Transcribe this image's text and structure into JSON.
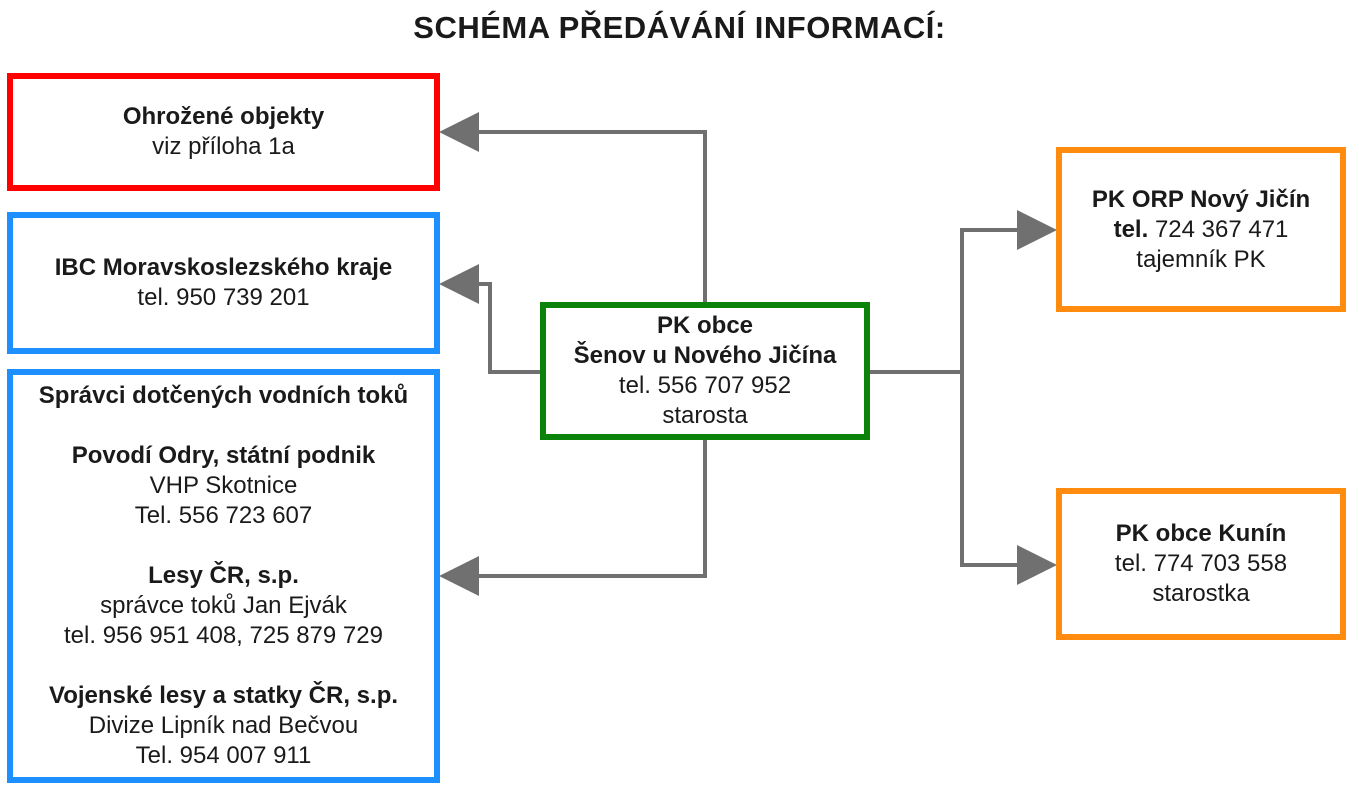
{
  "title": "SCHÉMA PŘEDÁVÁNÍ INFORMACÍ:",
  "center": {
    "line1": "PK obce",
    "line2": "Šenov u Nového Jičína",
    "phone": "tel. 556 707 952",
    "role": "starosta"
  },
  "threatened": {
    "name": "Ohrožené objekty",
    "note": "viz příloha 1a"
  },
  "ibc": {
    "name": "IBC Moravskoslezského kraje",
    "phone": "tel. 950 739 201"
  },
  "water": {
    "heading": "Správci dotčených vodních toků",
    "entries": [
      {
        "name": "Povodí Odry, státní podnik",
        "line1": "VHP Skotnice",
        "line2": "Tel. 556 723 607"
      },
      {
        "name": "Lesy ČR, s.p.",
        "line1": "správce toků Jan Ejvák",
        "line2": "tel. 956 951 408, 725 879 729"
      },
      {
        "name": "Vojenské lesy a statky ČR, s.p.",
        "line1": "Divize Lipník nad Bečvou",
        "line2": "Tel. 954 007 911"
      }
    ]
  },
  "orp": {
    "name": "PK ORP Nový Jičín",
    "phone_label": "tel.",
    "phone": "724 367 471",
    "role": "tajemník PK"
  },
  "kunin": {
    "name": "PK obce Kunín",
    "phone": "tel. 774 703 558",
    "role": "starostka"
  },
  "colors": {
    "red": "#ff0000",
    "blue": "#1e8fff",
    "green": "#0b830b",
    "orange": "#ff8c0f",
    "arrow": "#707070"
  }
}
